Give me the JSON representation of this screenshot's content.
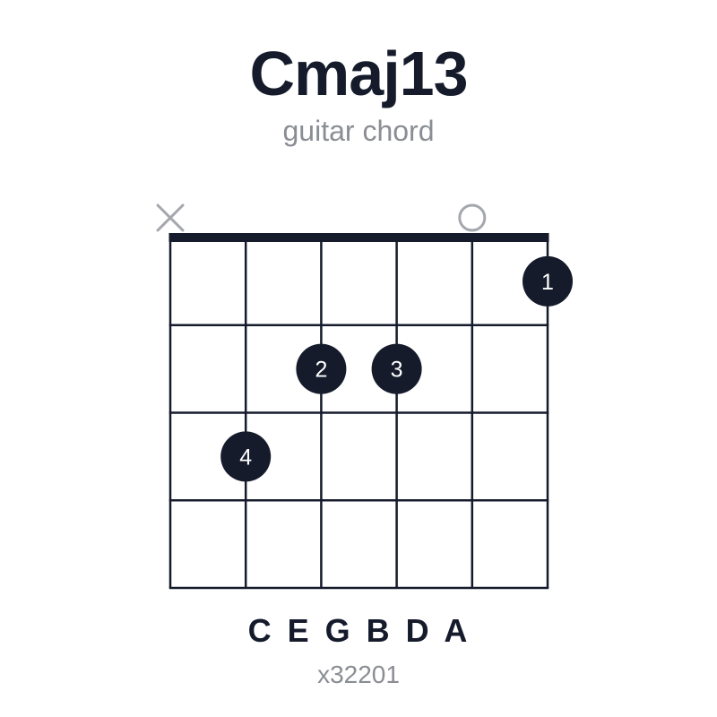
{
  "chord": {
    "name": "Cmaj13",
    "instrument_label": "guitar chord",
    "notes_label": "C E G B D A",
    "fingering_code": "x32201"
  },
  "fretboard": {
    "strings": 6,
    "frets_shown": 4,
    "string_markers": [
      "muted",
      "fretted",
      "fretted",
      "fretted",
      "open",
      "fretted"
    ],
    "dots": [
      {
        "string": 2,
        "fret": 3,
        "finger": "4"
      },
      {
        "string": 3,
        "fret": 2,
        "finger": "2"
      },
      {
        "string": 4,
        "fret": 2,
        "finger": "3"
      },
      {
        "string": 6,
        "fret": 1,
        "finger": "1"
      }
    ]
  },
  "colors": {
    "ink": "#151b2b",
    "muted_marker": "#a4a7ad",
    "subtext": "#8a8d93"
  }
}
